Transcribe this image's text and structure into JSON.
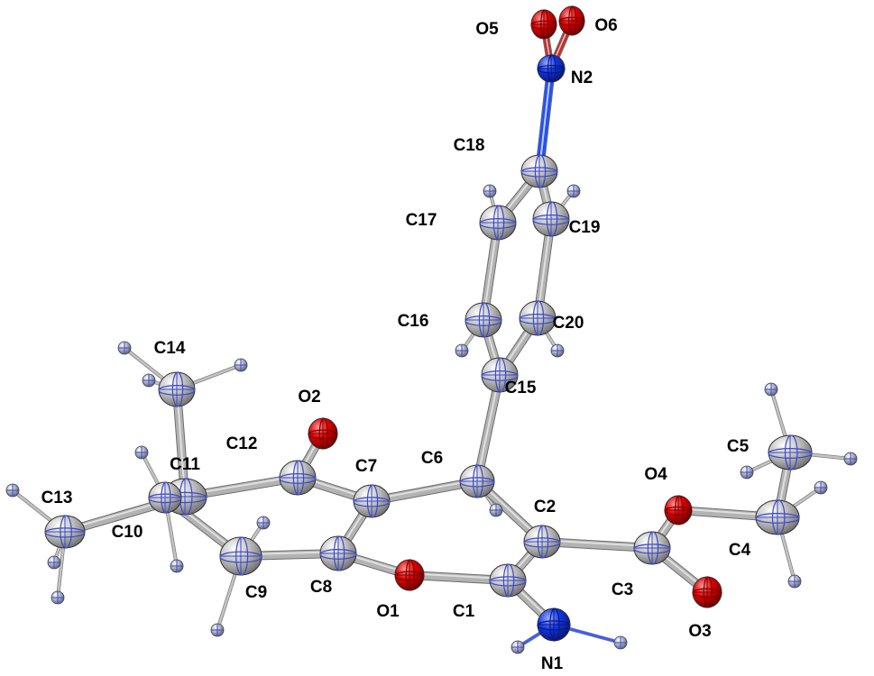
{
  "diagram": {
    "type": "ORTEP molecular structure",
    "colors": {
      "carbon": "#b9b9b9",
      "hydrogen": "#9fa2b4",
      "oxygen": "#e00000",
      "nitrogen": "#1030e0",
      "bond": "#a8a8a8",
      "n_bond": "#2050ff",
      "ellipsoid_lines": "#3b49c8",
      "label": "#000000"
    },
    "atoms": [
      {
        "id": "O5",
        "element": "O",
        "label": "O5"
      },
      {
        "id": "O6",
        "element": "O",
        "label": "O6"
      },
      {
        "id": "N2",
        "element": "N",
        "label": "N2"
      },
      {
        "id": "C18",
        "element": "C",
        "label": "C18"
      },
      {
        "id": "C17",
        "element": "C",
        "label": "C17"
      },
      {
        "id": "C19",
        "element": "C",
        "label": "C19"
      },
      {
        "id": "C16",
        "element": "C",
        "label": "C16"
      },
      {
        "id": "C20",
        "element": "C",
        "label": "C20"
      },
      {
        "id": "C15",
        "element": "C",
        "label": "C15"
      },
      {
        "id": "C14",
        "element": "C",
        "label": "C14"
      },
      {
        "id": "O2",
        "element": "O",
        "label": "O2"
      },
      {
        "id": "C12",
        "element": "C",
        "label": "C12"
      },
      {
        "id": "C7",
        "element": "C",
        "label": "C7"
      },
      {
        "id": "C6",
        "element": "C",
        "label": "C6"
      },
      {
        "id": "C11",
        "element": "C",
        "label": "C11"
      },
      {
        "id": "C13",
        "element": "C",
        "label": "C13"
      },
      {
        "id": "C10",
        "element": "C",
        "label": "C10"
      },
      {
        "id": "C9",
        "element": "C",
        "label": "C9"
      },
      {
        "id": "C8",
        "element": "C",
        "label": "C8"
      },
      {
        "id": "O1",
        "element": "O",
        "label": "O1"
      },
      {
        "id": "C1",
        "element": "C",
        "label": "C1"
      },
      {
        "id": "N1",
        "element": "N",
        "label": "N1"
      },
      {
        "id": "C2",
        "element": "C",
        "label": "C2"
      },
      {
        "id": "C3",
        "element": "C",
        "label": "C3"
      },
      {
        "id": "O3",
        "element": "O",
        "label": "O3"
      },
      {
        "id": "O4",
        "element": "O",
        "label": "O4"
      },
      {
        "id": "C4",
        "element": "C",
        "label": "C4"
      },
      {
        "id": "C5",
        "element": "C",
        "label": "C5"
      }
    ],
    "bonds": [
      [
        "O5",
        "N2"
      ],
      [
        "O6",
        "N2"
      ],
      [
        "N2",
        "C18"
      ],
      [
        "C18",
        "C17"
      ],
      [
        "C18",
        "C19"
      ],
      [
        "C17",
        "C16"
      ],
      [
        "C19",
        "C20"
      ],
      [
        "C16",
        "C15"
      ],
      [
        "C20",
        "C15"
      ],
      [
        "C15",
        "C6"
      ],
      [
        "C6",
        "C7"
      ],
      [
        "C6",
        "C2"
      ],
      [
        "C7",
        "C12"
      ],
      [
        "C7",
        "C8"
      ],
      [
        "C12",
        "O2"
      ],
      [
        "C12",
        "C11"
      ],
      [
        "C11",
        "C14"
      ],
      [
        "C11",
        "C13"
      ],
      [
        "C11",
        "C10"
      ],
      [
        "C10",
        "C9"
      ],
      [
        "C9",
        "C8"
      ],
      [
        "C8",
        "O1"
      ],
      [
        "O1",
        "C1"
      ],
      [
        "C1",
        "C2"
      ],
      [
        "C1",
        "N1"
      ],
      [
        "C2",
        "C3"
      ],
      [
        "C3",
        "O3"
      ],
      [
        "C3",
        "O4"
      ],
      [
        "O4",
        "C4"
      ],
      [
        "C4",
        "C5"
      ]
    ],
    "hydrogens": [
      {
        "parent": "C17"
      },
      {
        "parent": "C19"
      },
      {
        "parent": "C16"
      },
      {
        "parent": "C20"
      },
      {
        "parent": "C6"
      },
      {
        "parent": "C14"
      },
      {
        "parent": "C14"
      },
      {
        "parent": "C14"
      },
      {
        "parent": "C13"
      },
      {
        "parent": "C13"
      },
      {
        "parent": "C13"
      },
      {
        "parent": "C10"
      },
      {
        "parent": "C10"
      },
      {
        "parent": "C9"
      },
      {
        "parent": "C9"
      },
      {
        "parent": "N1"
      },
      {
        "parent": "N1"
      },
      {
        "parent": "C5"
      },
      {
        "parent": "C5"
      },
      {
        "parent": "C5"
      },
      {
        "parent": "C4"
      },
      {
        "parent": "C4"
      }
    ]
  }
}
